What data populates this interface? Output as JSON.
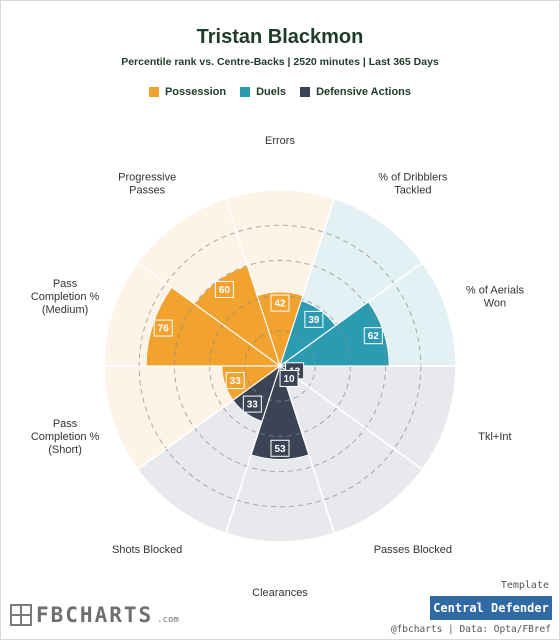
{
  "header": {
    "title": "Tristan Blackmon",
    "subtitle": "Percentile rank vs. Centre-Backs | 2520 minutes | Last 365 Days"
  },
  "legend": [
    {
      "label": "Possession",
      "color": "#f2a22f"
    },
    {
      "label": "Duels",
      "color": "#2b9bb1"
    },
    {
      "label": "Defensive Actions",
      "color": "#3b4455"
    }
  ],
  "chart_data": {
    "type": "polar-bar",
    "scale": [
      0,
      100
    ],
    "grid": true,
    "legend_position": "top",
    "categories": [
      {
        "label": [
          "Errors"
        ],
        "value": 42,
        "group": "Possession"
      },
      {
        "label": [
          "% of Dribblers",
          "Tackled"
        ],
        "value": 39,
        "group": "Duels"
      },
      {
        "label": [
          "% of Aerials",
          "Won"
        ],
        "value": 62,
        "group": "Duels"
      },
      {
        "label": [
          "Tkl+Int"
        ],
        "value": 12,
        "group": "Defensive Actions"
      },
      {
        "label": [
          "Passes Blocked"
        ],
        "value": 10,
        "group": "Defensive Actions"
      },
      {
        "label": [
          "Clearances"
        ],
        "value": 53,
        "group": "Defensive Actions"
      },
      {
        "label": [
          "Shots Blocked"
        ],
        "value": 33,
        "group": "Defensive Actions"
      },
      {
        "label": [
          "Pass",
          "Completion %",
          "(Short)"
        ],
        "value": 33,
        "group": "Possession"
      },
      {
        "label": [
          "Pass",
          "Completion %",
          "(Medium)"
        ],
        "value": 76,
        "group": "Possession"
      },
      {
        "label": [
          "Progressive",
          "Passes"
        ],
        "value": 60,
        "group": "Possession"
      }
    ],
    "group_colors": {
      "Possession": {
        "bar": "#f2a22f",
        "bg": "#fdf3e6"
      },
      "Duels": {
        "bar": "#2b9bb1",
        "bg": "#e3f0f4"
      },
      "Defensive Actions": {
        "bar": "#3b4455",
        "bg": "#e8e9ed"
      }
    }
  },
  "footer": {
    "brand": "FBCHARTS",
    "brand_tld": ".com",
    "template_label": "Template",
    "template_value": "Central Defender",
    "credits": "@fbcharts | Data: Opta/FBref"
  }
}
